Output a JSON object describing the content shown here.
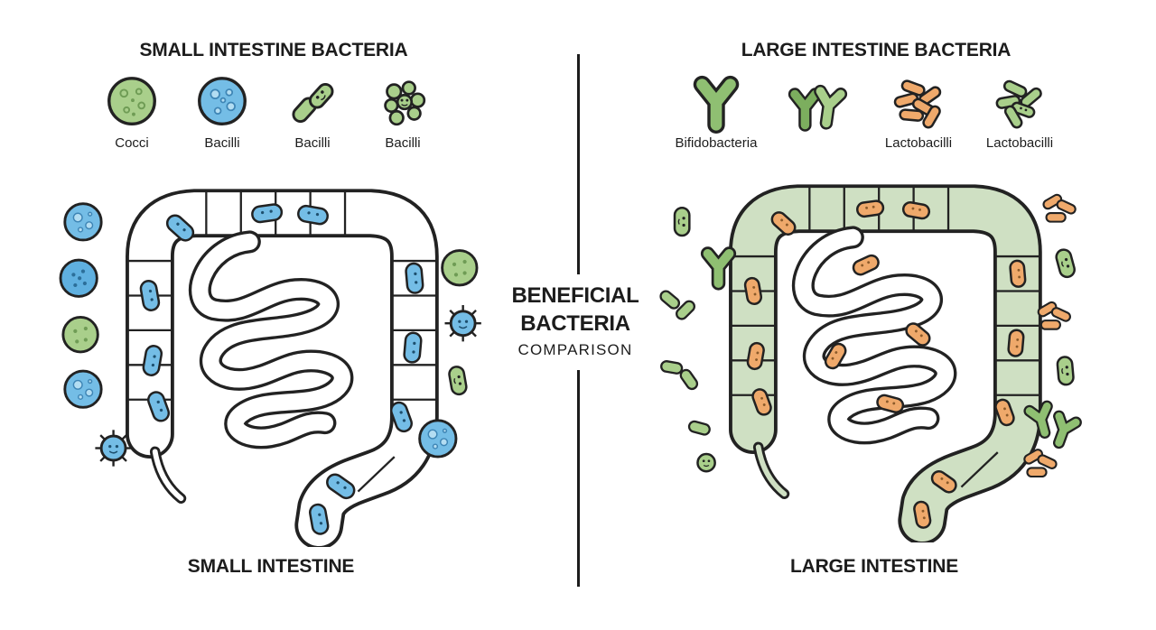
{
  "center": {
    "title_line1": "BENEFICIAL",
    "title_line2": "BACTERIA",
    "subtitle": "COMPARISON"
  },
  "left_panel": {
    "title": "SMALL INTESTINE BACTERIA",
    "caption": "SMALL INTESTINE",
    "legend": [
      {
        "icon": "cocci-icon",
        "label": "Cocci"
      },
      {
        "icon": "bacilli-round-icon",
        "label": "Bacilli"
      },
      {
        "icon": "bacilli-rod-icon",
        "label": "Bacilli"
      },
      {
        "icon": "bacilli-cluster-icon",
        "label": "Bacilli"
      }
    ]
  },
  "right_panel": {
    "title": "LARGE INTESTINE BACTERIA",
    "caption": "LARGE INTESTINE",
    "legend": [
      {
        "icon": "bifidobacteria-icon",
        "label": "Bifidobacteria"
      },
      {
        "icon": "bifidobacteria-pair-icon",
        "label": ""
      },
      {
        "icon": "lactobacilli-orange-icon",
        "label": "Lactobacilli"
      },
      {
        "icon": "lactobacilli-green-icon",
        "label": "Lactobacilli"
      }
    ]
  },
  "palette": {
    "ink": "#222222",
    "blue": "#74bde6",
    "blue_light": "#b3ddf2",
    "green": "#a9cf8b",
    "green_dark": "#7cae5e",
    "colon_green": "#cfe0c3",
    "orange": "#efa96b",
    "background": "#ffffff"
  }
}
